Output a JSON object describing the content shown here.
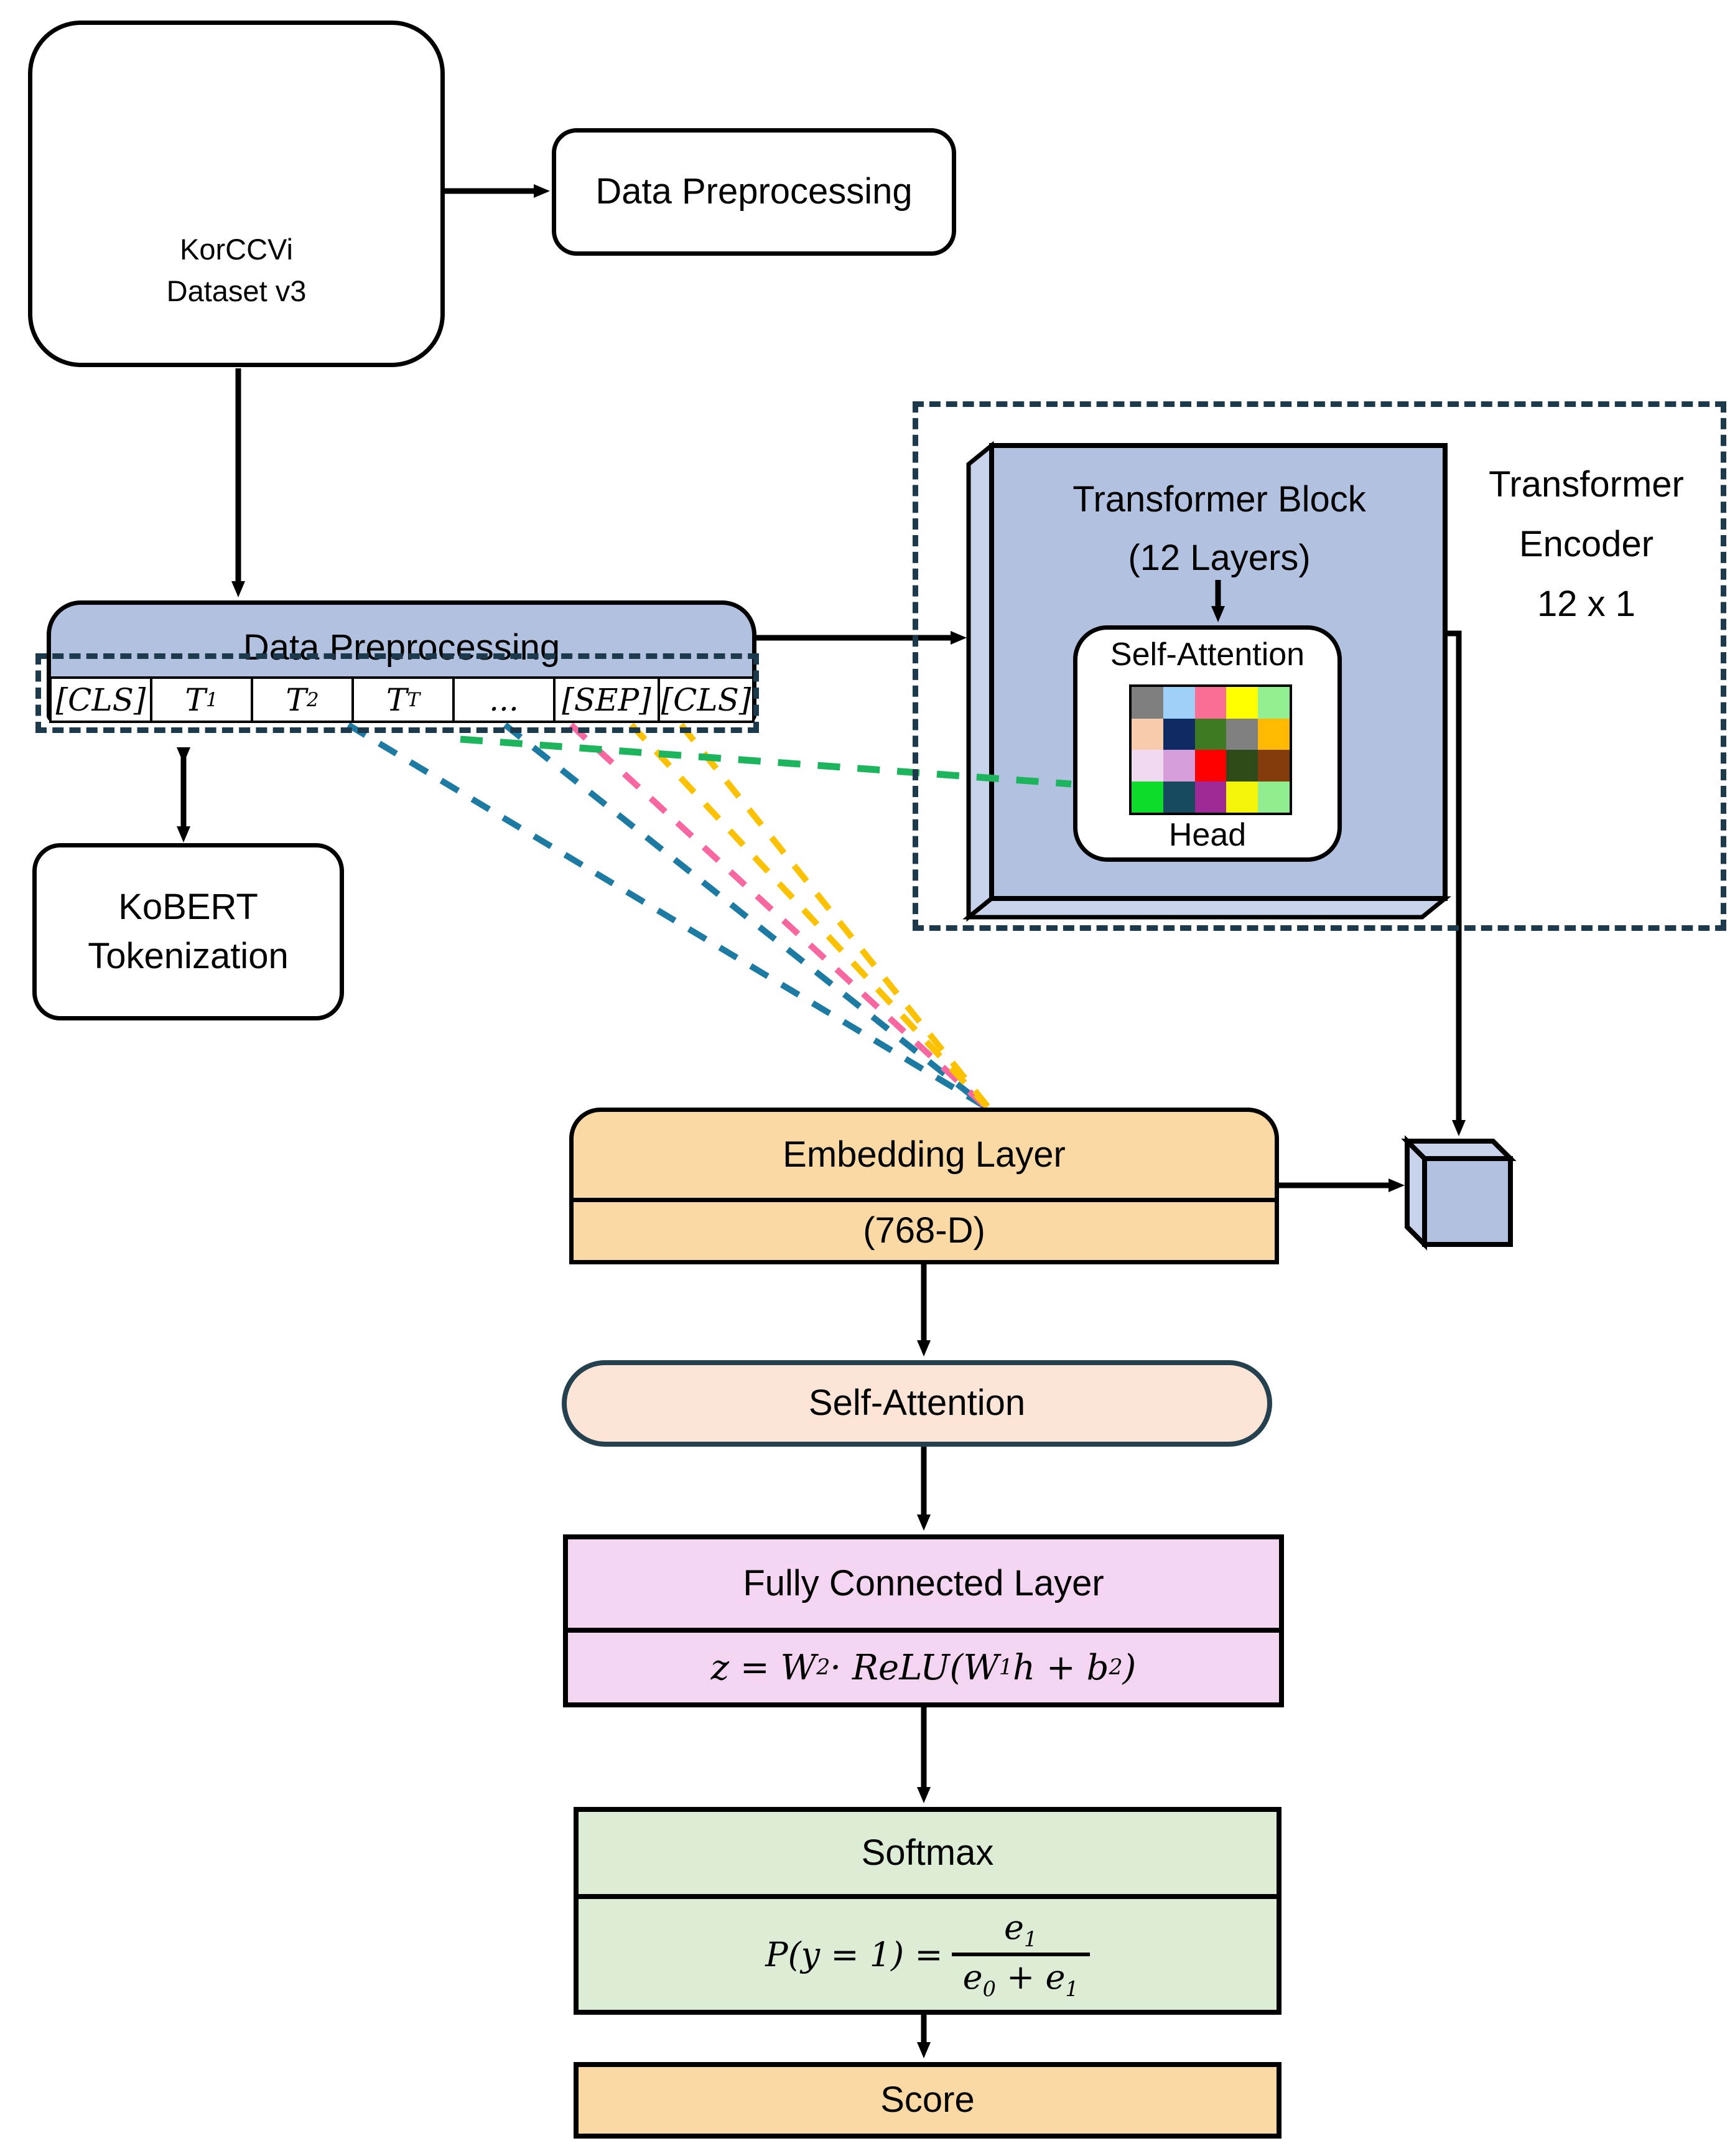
{
  "diagram": {
    "dataset": {
      "line1": "KorCCVi",
      "line2": "Dataset v3"
    },
    "preprocessing_top": {
      "label": "Data Preprocessing"
    },
    "preprocessing_main": {
      "label": "Data Preprocessing"
    },
    "tokens": [
      {
        "main": "[CLS]",
        "sub": ""
      },
      {
        "main": "T",
        "sub": "1"
      },
      {
        "main": "T",
        "sub": "2"
      },
      {
        "main": "T",
        "sub": "T"
      },
      {
        "main": "...",
        "sub": ""
      },
      {
        "main": "[SEP]",
        "sub": ""
      },
      {
        "main": "[CLS]",
        "sub": ""
      }
    ],
    "kobert": {
      "line1": "KoBERT",
      "line2": "Tokenization"
    },
    "encoder_label": {
      "line1": "Transformer",
      "line2": "Encoder",
      "line3": "12 x 1"
    },
    "transformer_block": {
      "title": "Transformer Block",
      "subtitle": "(12 Layers)",
      "attention_title": "Self-Attention",
      "attention_bottom": "Head"
    },
    "embedding": {
      "title": "Embedding Layer",
      "subtitle": "(768-D)"
    },
    "self_attention_pill": {
      "label": "Self-Attention"
    },
    "fully_connected": {
      "title": "Fully Connected Layer",
      "formula": {
        "p1": "z = W",
        "s1": "2",
        "p2": " · ReLU(W",
        "s2": "1",
        "p3": "h + b",
        "s3": "2",
        "p4": ")"
      }
    },
    "softmax": {
      "title": "Softmax",
      "formula": {
        "lhs": "P(y = 1) =",
        "num_main": "e",
        "num_sub": "1",
        "den1_main": "e",
        "den1_sub": "0",
        "den_plus": " + ",
        "den2_main": "e",
        "den2_sub": "1"
      }
    },
    "score": {
      "label": "Score"
    },
    "attention_grid": {
      "rows": 4,
      "cols": 5,
      "colors": [
        "#7f7f7f",
        "#9fd1f8",
        "#fa6e96",
        "#ffff00",
        "#92f092",
        "#f8cbad",
        "#102a64",
        "#3e7a21",
        "#808080",
        "#ffb900",
        "#f2d9f2",
        "#d89ddb",
        "#ff0000",
        "#2d4a18",
        "#843c0c",
        "#0ddd2a",
        "#174a5e",
        "#9e2a97",
        "#f5f50c",
        "#90ee90"
      ]
    },
    "colors": {
      "block_blue": "#b3c1e1",
      "block_blue_side": "#c8d2ea",
      "navy_dash": "#1d3a4d",
      "orange": "#fbd9a5",
      "peach": "#fce4d6",
      "purple": "#f3d4f1",
      "green_box": "#dcecd5",
      "line_teal": "#1d7ba3",
      "line_pink": "#f8679f",
      "line_gold": "#fcc101",
      "line_green": "#1cb45c",
      "cylinder_stroke": "#17374a"
    }
  }
}
